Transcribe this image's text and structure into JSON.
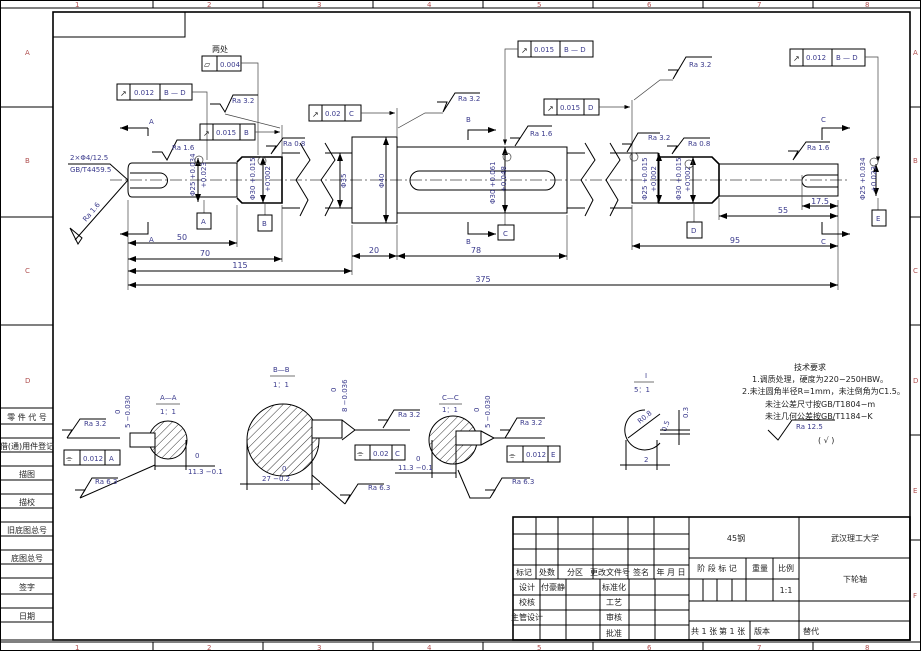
{
  "border": {
    "columns": [
      "1",
      "2",
      "3",
      "4",
      "5",
      "6",
      "7",
      "8"
    ],
    "rows_left": [
      "A",
      "B",
      "C",
      "D"
    ],
    "rows_right": [
      "A",
      "B",
      "C",
      "D",
      "E",
      "F"
    ]
  },
  "left_table": [
    "零 件 代 号",
    "借(通)用件登记",
    "描图",
    "描校",
    "旧底图总号",
    "底图总号",
    "签字",
    "日期"
  ],
  "main_view": {
    "thread_note": [
      "2×Φ4/12.5",
      "GB/T4459.5"
    ],
    "flatness_note": "两处",
    "frames": [
      {
        "symbol": "↗",
        "value": "0.012",
        "datum": "B — D"
      },
      {
        "symbol": "⏥",
        "value": "0.004",
        "datum": ""
      },
      {
        "symbol": "↗",
        "value": "0.015",
        "datum": "B"
      },
      {
        "symbol": "↗",
        "value": "0.02",
        "datum": "C"
      },
      {
        "symbol": "↗",
        "value": "0.015",
        "datum": "B — D"
      },
      {
        "symbol": "↗",
        "value": "0.015",
        "datum": "D"
      },
      {
        "symbol": "↗",
        "value": "0.012",
        "datum": "B — D"
      }
    ],
    "datums": [
      "A",
      "B",
      "C",
      "D",
      "E"
    ],
    "roughness": [
      "Ra  1.6",
      "Ra  3.2",
      "Ra  0.8",
      "Ra  1.6",
      "Ra  3.2",
      "Ra  1.6",
      "Ra  3.2",
      "Ra  3.2",
      "Ra  0.8",
      "Ra  1.6"
    ],
    "section_marks": [
      "A",
      "A",
      "B",
      "B",
      "C",
      "C"
    ],
    "diameters": [
      {
        "d": "Φ25",
        "upper": "+0.034",
        "lower": "+0.023"
      },
      {
        "d": "Φ30",
        "upper": "+0.015",
        "lower": "+0.002"
      },
      {
        "d": "Φ35"
      },
      {
        "d": "Φ40"
      },
      {
        "d": "Φ30",
        "upper": "+0.061",
        "lower": "+0.048"
      },
      {
        "d": "Φ25",
        "upper": "+0.015",
        "lower": "+0.002"
      },
      {
        "d": "Φ30",
        "upper": "+0.015",
        "lower": "+0.002"
      },
      {
        "d": "Φ25",
        "upper": "+0.034",
        "lower": "+0.023"
      }
    ],
    "lengths": [
      "50",
      "70",
      "115",
      "375",
      "20",
      "78",
      "95",
      "55",
      "17.5"
    ]
  },
  "sections": {
    "aa": {
      "title": "A—A",
      "scale": "1：1",
      "ra_top": "Ra  3.2",
      "ra_bottom": "Ra  6.3",
      "width_tol": [
        "0",
        "5 −0.030"
      ],
      "depth_tol": [
        "0",
        "11.3 −0.1"
      ],
      "frame": {
        "symbol": "⌯",
        "value": "0.012",
        "datum": "A"
      }
    },
    "bb": {
      "title": "B—B",
      "scale": "1：1",
      "ra_top": "Ra  3.2",
      "ra_bottom": "Ra  6.3",
      "width_tol": [
        "0",
        "8 −0.036"
      ],
      "depth_tol": [
        "0",
        "27 −0.2"
      ],
      "frame": {
        "symbol": "⌯",
        "value": "0.02",
        "datum": "C"
      }
    },
    "cc": {
      "title": "C—C",
      "scale": "1：1",
      "ra_top": "Ra  3.2",
      "ra_bottom": "Ra  6.3",
      "width_tol": [
        "0",
        "5 −0.030"
      ],
      "depth_tol": [
        "0",
        "11.3 −0.1"
      ],
      "frame": {
        "symbol": "⌯",
        "value": "0.012",
        "datum": "E"
      }
    },
    "detail": {
      "title": "I",
      "scale": "5：1",
      "radius": "R0.8",
      "chamfer": "0.5",
      "depth": "0.3",
      "width": "2"
    }
  },
  "tech_req": {
    "title": "技术要求",
    "lines": [
      "1.调质处理，硬度为220−250HBW。",
      "2.未注圆角半径R=1mm，未注倒角为C1.5。",
      "未注公差尺寸按GB/T1804−m",
      "未注几何公差按GB/T1184−K"
    ],
    "ra": "Ra  12.5",
    "paren": "(  √  )"
  },
  "title_block": {
    "material": "45钢",
    "school": "武汉理工大学",
    "part": "下轮轴",
    "stage": "阶 段 标 记",
    "weight": "重量",
    "scale_label": "比例",
    "scale": "1:1",
    "rev_headers": [
      "标记",
      "处数",
      "分区",
      "更改文件号",
      "签名",
      "年 月 日"
    ],
    "design": "设计",
    "designer": "付豪静",
    "standard": "标准化",
    "check": "校核",
    "process": "工艺",
    "chief": "主管设计",
    "review": "审核",
    "approve": "批准",
    "sheets": "共 1 张",
    "sheet_no": "第 1 张",
    "version": "版本",
    "replace": "替代"
  }
}
